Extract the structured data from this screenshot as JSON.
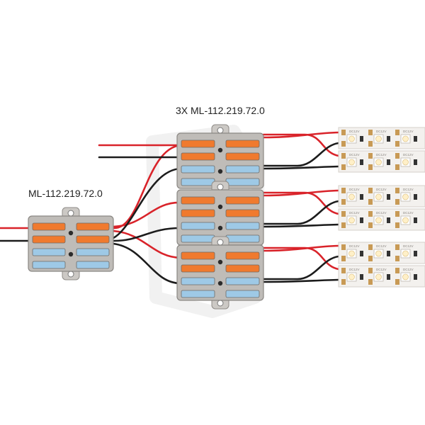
{
  "labels": {
    "group": "3X ML-112.219.72.0",
    "single": "ML-112.219.72.0"
  },
  "strip_marking": "DC12V",
  "colors": {
    "wire_positive": "#d9232a",
    "wire_negative": "#1c1c1c",
    "connector_body": "#bfbcb8",
    "lever_orange": "#f07a2e",
    "lever_blue": "#9ec9e6",
    "strip_pcb": "#f3f1ee",
    "led_chip": "#fff0c8",
    "pad_copper": "#c89a55"
  },
  "icons": {
    "connector": "lever-wire-connector-icon",
    "led": "smd-led-icon"
  }
}
